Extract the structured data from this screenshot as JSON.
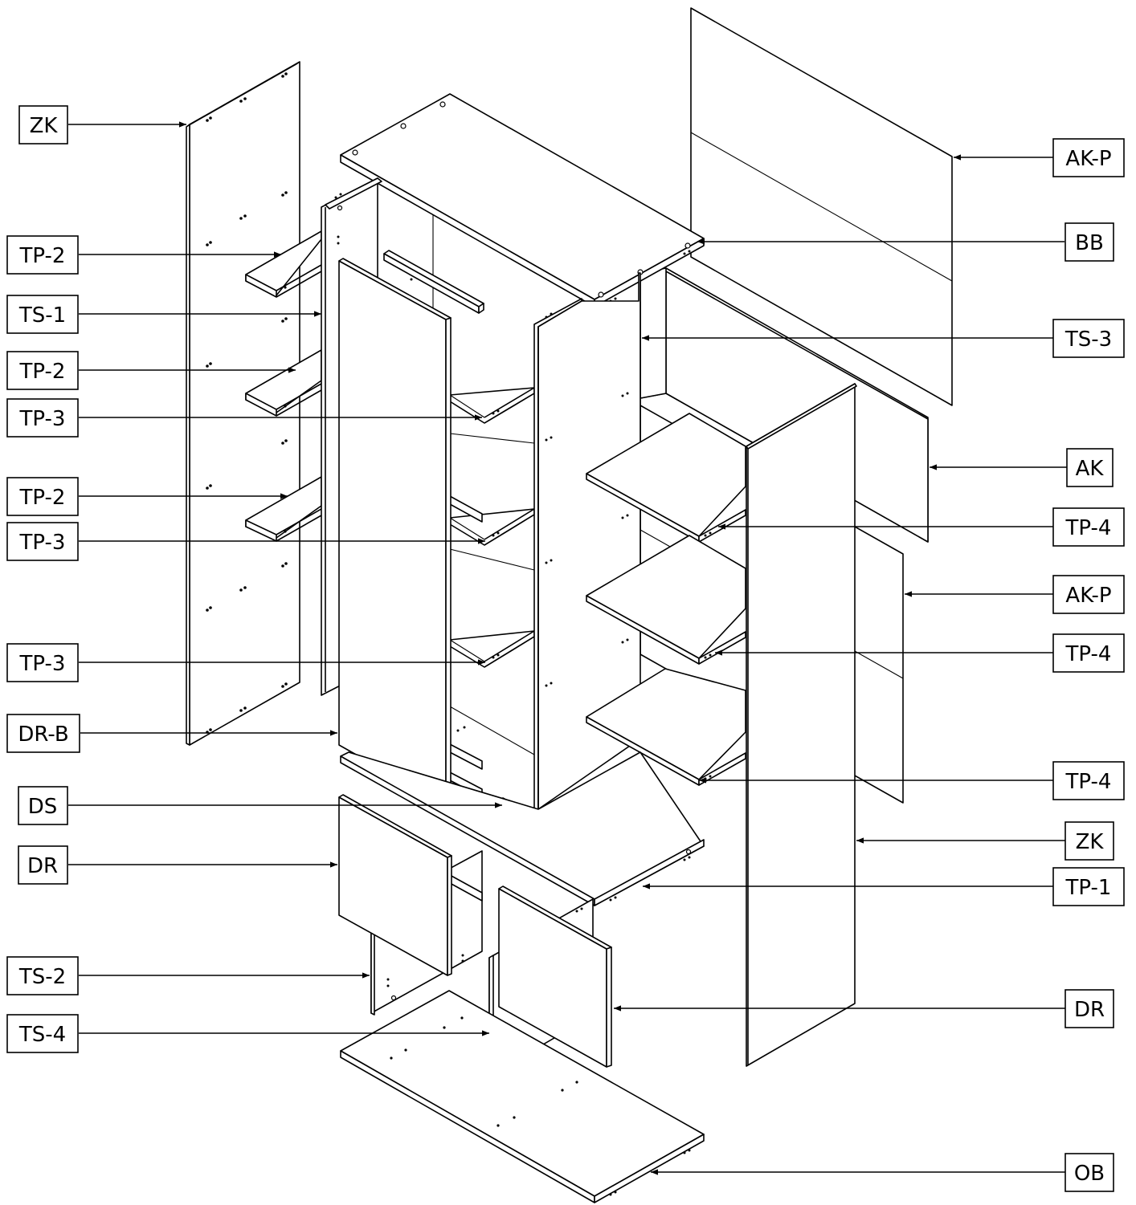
{
  "labels": {
    "zk_left": "ZK",
    "tp2_a": "TP-2",
    "ts1": "TS-1",
    "tp2_b": "TP-2",
    "tp3_a": "TP-3",
    "tp2_c": "TP-2",
    "tp3_b": "TP-3",
    "tp3_c": "TP-3",
    "drb": "DR-B",
    "ds": "DS",
    "dr_left": "DR",
    "ts2": "TS-2",
    "ts4": "TS-4",
    "akp_top": "AK-P",
    "bb": "BB",
    "ts3": "TS-3",
    "ak": "AK",
    "tp4_a": "TP-4",
    "akp_mid": "AK-P",
    "tp4_b": "TP-4",
    "tp4_c": "TP-4",
    "zk_right": "ZK",
    "tp1": "TP-1",
    "dr_right": "DR",
    "ob": "OB"
  },
  "colors": {
    "line": "#000000",
    "background": "#ffffff"
  }
}
